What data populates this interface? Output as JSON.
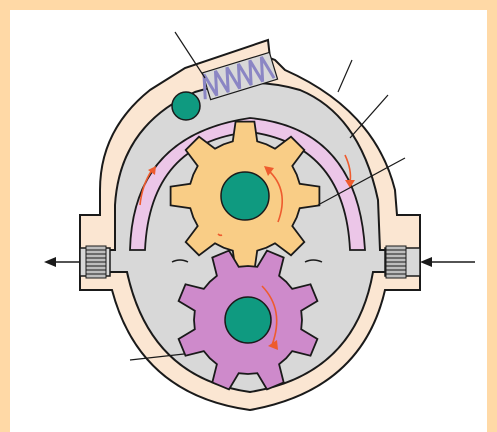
{
  "colors": {
    "frame": "#FFD9A6",
    "panel": "#FFFFFF",
    "housing": "#FBE6D2",
    "chamber": "#D8D8D8",
    "crescent": "#ECC6E8",
    "drive_gear": "#F9CD86",
    "driven_gear": "#CE8ACB",
    "shaft": "#0F9A80",
    "spring": "#8B86C4",
    "valve_ball": "#0F9A80",
    "port_thread": "#BDBDBD",
    "flow_arrow": "#EE5B2E",
    "outline": "#1A1A1A"
  },
  "icons": {
    "inlet_arrow": "arrow-left-icon",
    "outlet_arrow": "arrow-left-icon",
    "rotation_arrows": "curved-arrow-icon"
  },
  "parts": [
    "relief-valve-spring",
    "relief-valve-ball",
    "pump-housing",
    "crescent-separator",
    "drive-gear",
    "driven-gear",
    "outlet-port",
    "inlet-port"
  ]
}
